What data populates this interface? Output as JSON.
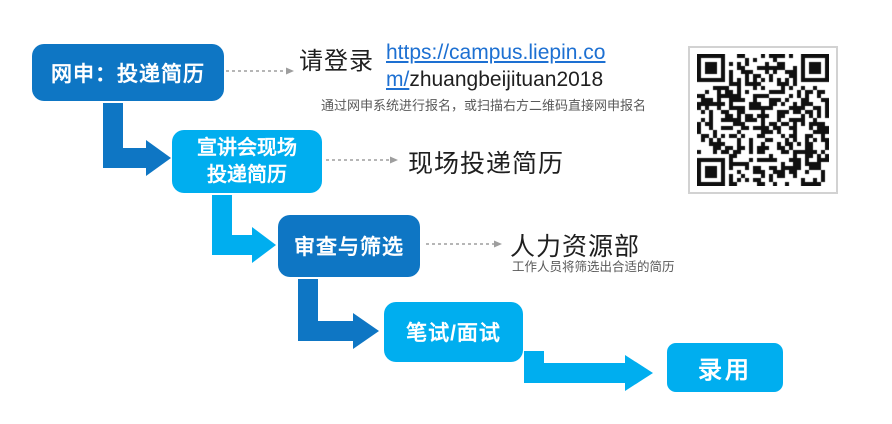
{
  "colors": {
    "dark_blue": "#0E76C4",
    "light_blue": "#00AEEF",
    "link_blue": "#1D70D2",
    "text_dark": "#1F1F1F",
    "text_gray": "#595959",
    "dashed_gray": "#9E9E9E",
    "qr_frame_gray": "#D2D2D2",
    "box_text": "#FFFFFF"
  },
  "steps": {
    "step1": {
      "label": "网申：投递简历"
    },
    "step2": {
      "line1": "宣讲会现场",
      "line2": "投递简历"
    },
    "step3": {
      "label": "审查与筛选"
    },
    "step4": {
      "label": "笔试/面试"
    },
    "step5": {
      "label": "录用"
    }
  },
  "notes": {
    "login": {
      "prefix": "请登录",
      "url_line1": "https://campus.liepin.co",
      "url_line2_link": "m/",
      "url_line2_rest": "zhuangbeijituan2018",
      "caption": "通过网申系统进行报名，或扫描右方二维码直接网申报名"
    },
    "onsite": {
      "text": "现场投递简历"
    },
    "hr": {
      "title": "人力资源部",
      "caption": "工作人员将筛选出合适的简历"
    }
  },
  "qr": {
    "icon": "qr-code"
  }
}
